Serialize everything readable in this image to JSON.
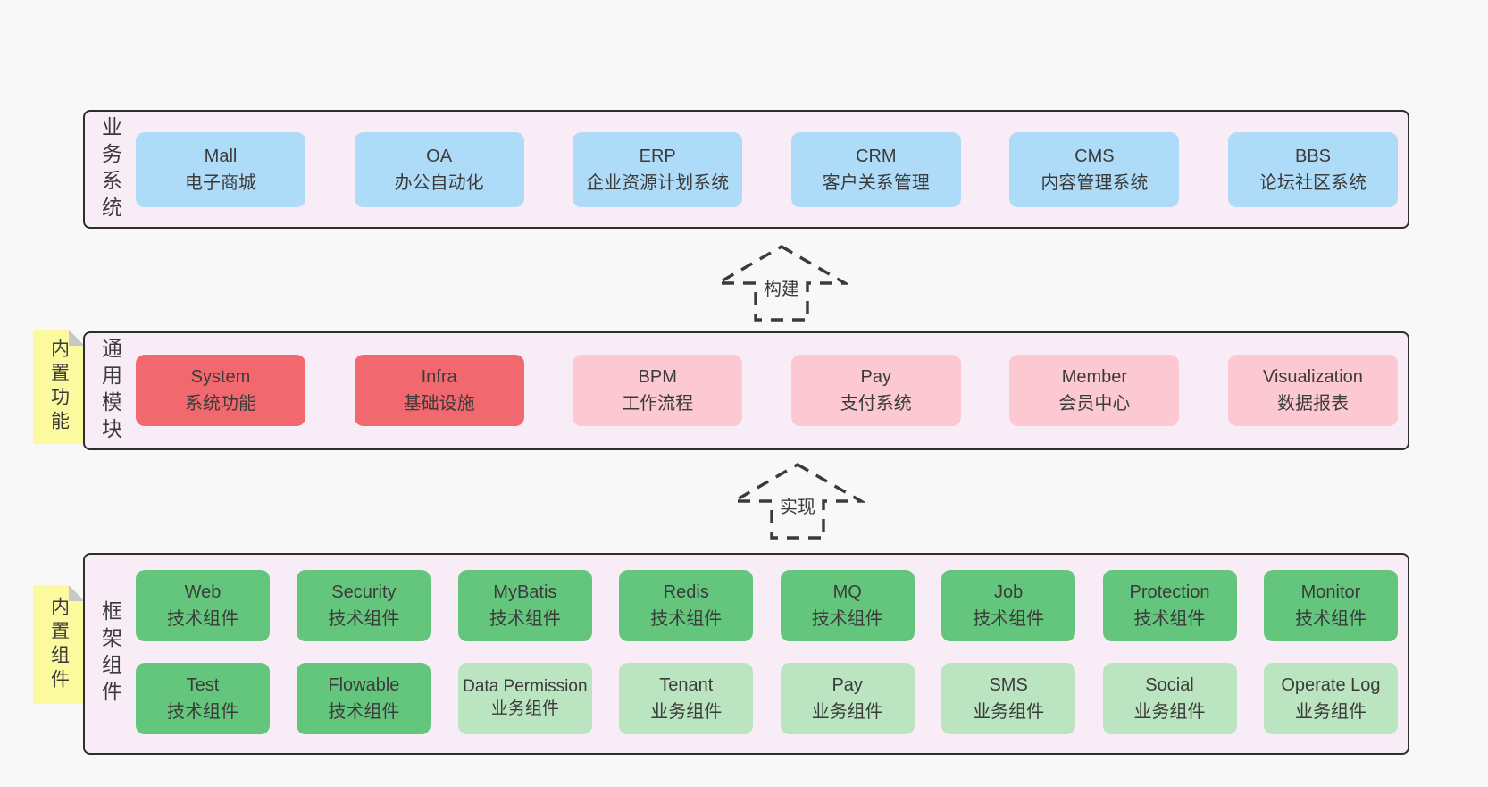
{
  "palette": {
    "page_bg": "#f8f8f8",
    "panel_bg": "#f8edf6",
    "panel_border": "#2e2e2e",
    "blue": "#aedcf8",
    "red": "#f1696e",
    "pink": "#fcc9d2",
    "green": "#64c67d",
    "green_light": "#bbe4c1",
    "sticky_yellow": "#fbfa9e",
    "sticky_fold": "#c8c8c8",
    "text": "#3b3b3b"
  },
  "arrows": {
    "build": {
      "label": "构建"
    },
    "implement": {
      "label": "实现"
    }
  },
  "sections": {
    "business": {
      "label": "业务系统",
      "boxes": [
        {
          "name": "Mall",
          "desc": "电子商城"
        },
        {
          "name": "OA",
          "desc": "办公自动化"
        },
        {
          "name": "ERP",
          "desc": "企业资源计划系统"
        },
        {
          "name": "CRM",
          "desc": "客户关系管理"
        },
        {
          "name": "CMS",
          "desc": "内容管理系统"
        },
        {
          "name": "BBS",
          "desc": "论坛社区系统"
        }
      ]
    },
    "modules": {
      "label": "通用模块",
      "sticky": "内置功能",
      "boxes": [
        {
          "name": "System",
          "desc": "系统功能"
        },
        {
          "name": "Infra",
          "desc": "基础设施"
        },
        {
          "name": "BPM",
          "desc": "工作流程"
        },
        {
          "name": "Pay",
          "desc": "支付系统"
        },
        {
          "name": "Member",
          "desc": "会员中心"
        },
        {
          "name": "Visualization",
          "desc": "数据报表"
        }
      ]
    },
    "framework": {
      "label": "框架组件",
      "sticky": "内置组件",
      "row1": [
        {
          "name": "Web",
          "desc": "技术组件"
        },
        {
          "name": "Security",
          "desc": "技术组件"
        },
        {
          "name": "MyBatis",
          "desc": "技术组件"
        },
        {
          "name": "Redis",
          "desc": "技术组件"
        },
        {
          "name": "MQ",
          "desc": "技术组件"
        },
        {
          "name": "Job",
          "desc": "技术组件"
        },
        {
          "name": "Protection",
          "desc": "技术组件"
        },
        {
          "name": "Monitor",
          "desc": "技术组件"
        }
      ],
      "row2": [
        {
          "name": "Test",
          "desc": "技术组件"
        },
        {
          "name": "Flowable",
          "desc": "技术组件"
        },
        {
          "name": "Data Permission",
          "desc": "业务组件"
        },
        {
          "name": "Tenant",
          "desc": "业务组件"
        },
        {
          "name": "Pay",
          "desc": "业务组件"
        },
        {
          "name": "SMS",
          "desc": "业务组件"
        },
        {
          "name": "Social",
          "desc": "业务组件"
        },
        {
          "name": "Operate Log",
          "desc": "业务组件"
        }
      ]
    }
  }
}
